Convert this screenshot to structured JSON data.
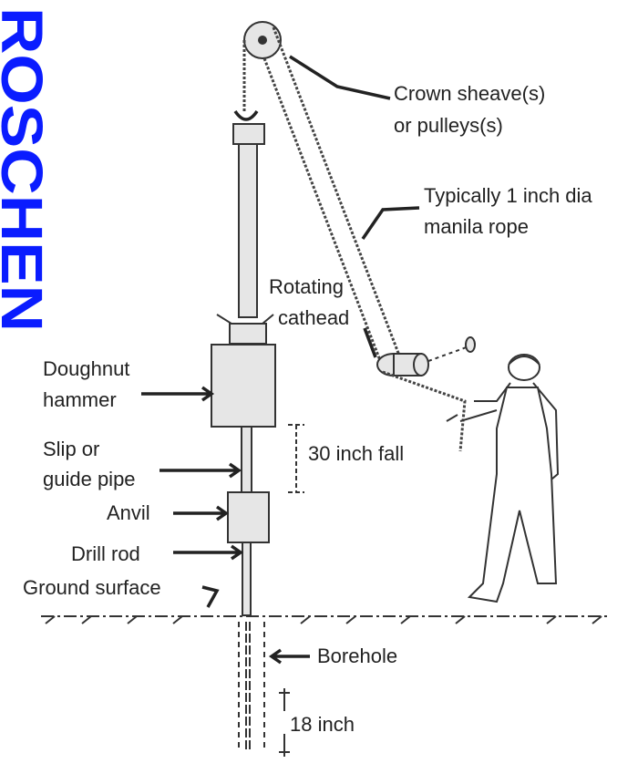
{
  "watermark": "ROSCHEN",
  "labels": {
    "crown_line1": "Crown sheave(s)",
    "crown_line2": "or pulleys(s)",
    "rope_line1": "Typically 1 inch dia",
    "rope_line2": "manila rope",
    "cathead_line1": "Rotating",
    "cathead_line2": "cathead",
    "hammer_line1": "Doughnut",
    "hammer_line2": "hammer",
    "fall": "30 inch fall",
    "guide_line1": "Slip or",
    "guide_line2": "guide pipe",
    "anvil": "Anvil",
    "drill_rod": "Drill rod",
    "ground": "Ground surface",
    "borehole": "Borehole",
    "penetration": "18 inch"
  },
  "colors": {
    "watermark": "#0a1cff",
    "ink": "#222222"
  }
}
